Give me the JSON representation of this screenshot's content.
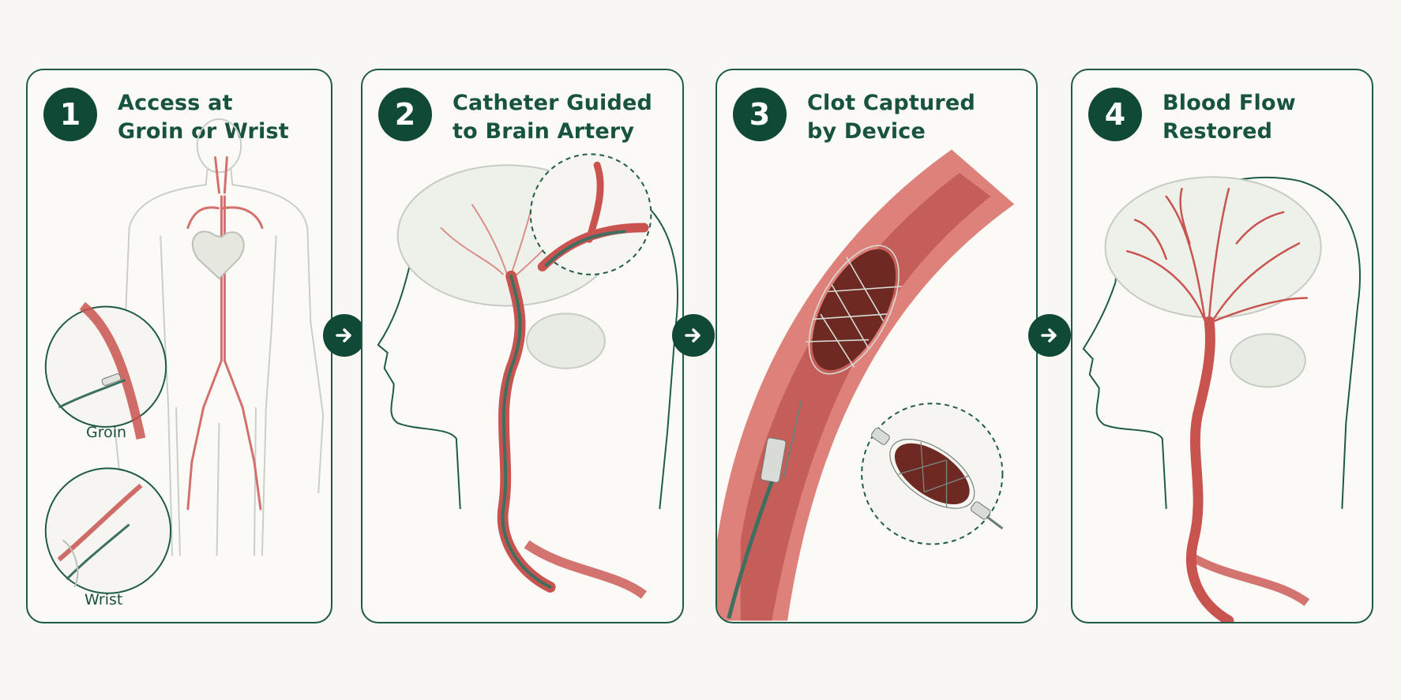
{
  "steps": [
    {
      "number": "1",
      "title_line1": "Access at",
      "title_line2": "Groin or Wrist",
      "labels": {
        "groin": "Groin",
        "wrist": "Wrist"
      }
    },
    {
      "number": "2",
      "title_line1": "Catheter Guided",
      "title_line2": "to Brain Artery"
    },
    {
      "number": "3",
      "title_line1": "Clot Captured",
      "title_line2": "by Device"
    },
    {
      "number": "4",
      "title_line1": "Blood Flow",
      "title_line2": "Restored"
    }
  ],
  "icons": {
    "arrow": "arrow-right-icon"
  },
  "colors": {
    "accent": "#104a37",
    "border": "#1f5a46",
    "artery": "#c9534f",
    "catheter": "#3e6f60",
    "clot": "#6e2a22",
    "background": "#f8f7f3"
  }
}
